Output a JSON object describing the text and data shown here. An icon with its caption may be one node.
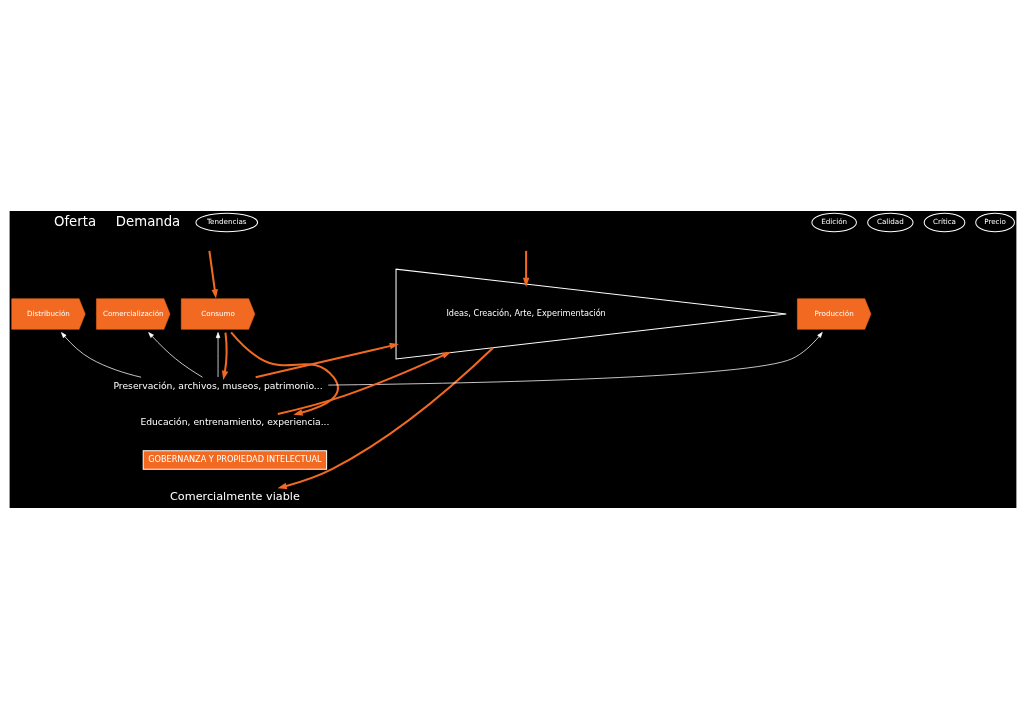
{
  "diagram": {
    "nodes": [
      {
        "text": [
          "Ideas, Creación, Arte, Experimentación"
        ]
      },
      {
        "text": [
          "Edición"
        ]
      },
      {
        "text": [
          "Calidad"
        ]
      },
      {
        "text": [
          "Tendencias"
        ]
      },
      {
        "text": [
          "Crítica"
        ]
      },
      {
        "text": [
          "Precio"
        ]
      },
      {
        "text": [
          "Producción"
        ]
      },
      {
        "text": [
          "Distribución"
        ]
      },
      {
        "text": [
          "Comercialización"
        ]
      },
      {
        "text": [
          "Consumo"
        ]
      },
      {
        "text": [
          "Preservación, archivos, museos, patrimonio..."
        ]
      },
      {
        "text": [
          "Educación, entrenamiento, experiencia..."
        ]
      },
      {
        "text": [
          "GOBERNANZA Y PROPIEDAD INTELECTUAL"
        ]
      },
      {
        "text": [
          "Comercialmente viable"
        ]
      }
    ],
    "edges": [
      {
        "from": null,
        "to": 0,
        "arrow": "to"
      },
      {
        "from": null,
        "to": 9,
        "arrow": "to"
      },
      {
        "from": 10,
        "to": 6,
        "arrow": "to",
        "color": "#ffffff"
      },
      {
        "from": 10,
        "to": 7,
        "arrow": "to",
        "color": "#ffffff"
      },
      {
        "from": 10,
        "to": 8,
        "arrow": "to",
        "color": "#ffffff"
      },
      {
        "from": 10,
        "to": 9,
        "arrow": "to",
        "color": "#ffffff"
      },
      {
        "from": 9,
        "to": 10,
        "arrow": "to"
      },
      {
        "from": 9,
        "to": 11,
        "arrow": "to"
      },
      {
        "from": 10,
        "to": 0,
        "arrow": "to"
      },
      {
        "from": 11,
        "to": 0,
        "arrow": "to"
      },
      {
        "from": 0,
        "to": 13,
        "arrow": "to"
      }
    ],
    "labels": [
      "Oferta",
      "Demanda"
    ]
  }
}
